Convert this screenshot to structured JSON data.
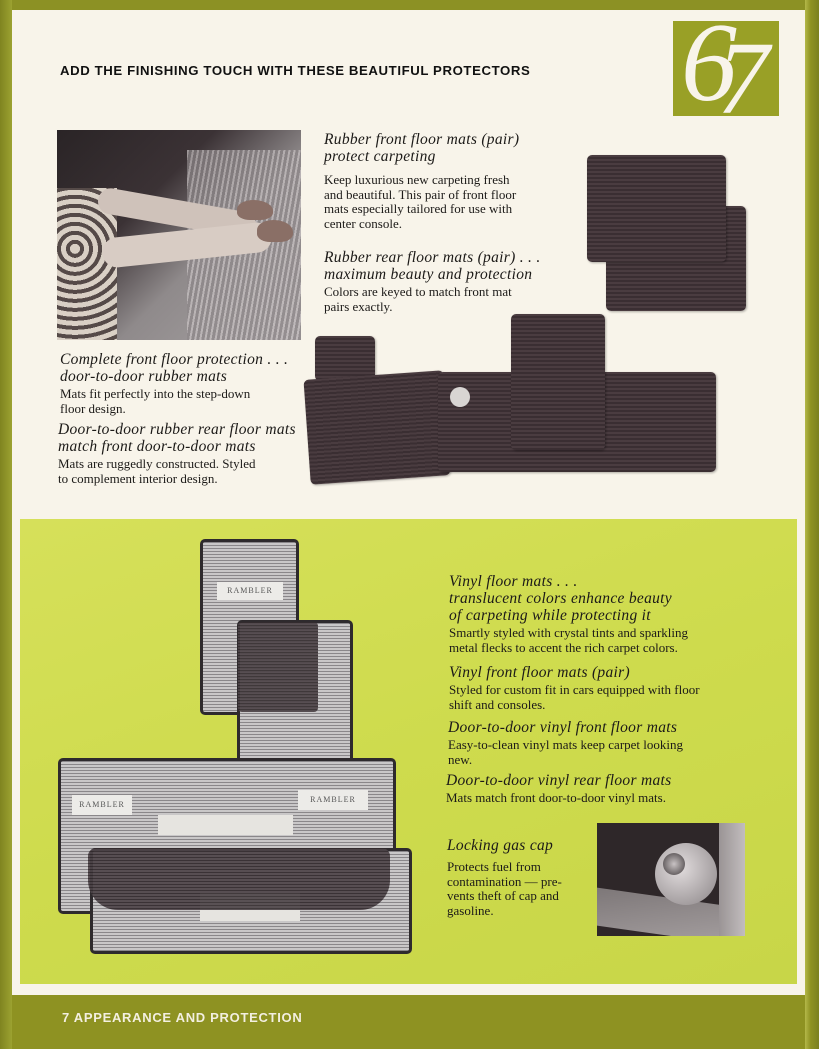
{
  "header": {
    "headline": "ADD THE FINISHING TOUCH WITH THESE BEAUTIFUL PROTECTORS",
    "year_badge": {
      "six": "6",
      "seven": "7"
    }
  },
  "top_section": {
    "items": [
      {
        "title_line1": "Rubber front floor mats (pair)",
        "title_line2": "protect carpeting",
        "desc_line1": "Keep luxurious new carpeting fresh",
        "desc_line2": "and beautiful. This pair of front floor",
        "desc_line3": "mats especially tailored for use with",
        "desc_line4": "center console."
      },
      {
        "title_line1": "Rubber rear floor mats (pair) . . .",
        "title_line2": "maximum beauty and protection",
        "desc_line1": "Colors are keyed to match front mat",
        "desc_line2": "pairs exactly."
      },
      {
        "title_line1": "Complete front floor protection . . .",
        "title_line2": "door-to-door rubber mats",
        "desc_line1": "Mats fit perfectly into the step-down",
        "desc_line2": "floor design."
      },
      {
        "title_line1": "Door-to-door rubber rear floor mats",
        "title_line2": "match front door-to-door mats",
        "desc_line1": "Mats are ruggedly constructed. Styled",
        "desc_line2": "to complement interior design."
      }
    ]
  },
  "green_section": {
    "items": [
      {
        "title_line1": "Vinyl floor mats . . .",
        "title_line2": "translucent colors enhance beauty",
        "title_line3": "of carpeting while protecting it",
        "desc_line1": "Smartly styled with crystal tints and sparkling",
        "desc_line2": "metal flecks to accent the rich carpet colors."
      },
      {
        "title_line1": "Vinyl front floor mats (pair)",
        "desc_line1": "Styled for custom fit in cars equipped with floor",
        "desc_line2": "shift and consoles."
      },
      {
        "title_line1": "Door-to-door vinyl front floor mats",
        "desc_line1": "Easy-to-clean vinyl mats keep carpet looking",
        "desc_line2": "new."
      },
      {
        "title_line1": "Door-to-door vinyl rear floor mats",
        "desc_line1": "Mats match front door-to-door vinyl mats."
      },
      {
        "title_line1": "Locking gas cap",
        "desc_line1": "Protects fuel from",
        "desc_line2": "contamination — pre-",
        "desc_line3": "vents theft of cap and",
        "desc_line4": "gasoline."
      }
    ],
    "mat_label": "RAMBLER"
  },
  "footer": {
    "text": "7 APPEARANCE AND PROTECTION"
  },
  "colors": {
    "olive_border": "#8e9222",
    "lime_panel": "#d2dd52",
    "badge_green": "#99a026",
    "paper": "#f8f4ea"
  }
}
